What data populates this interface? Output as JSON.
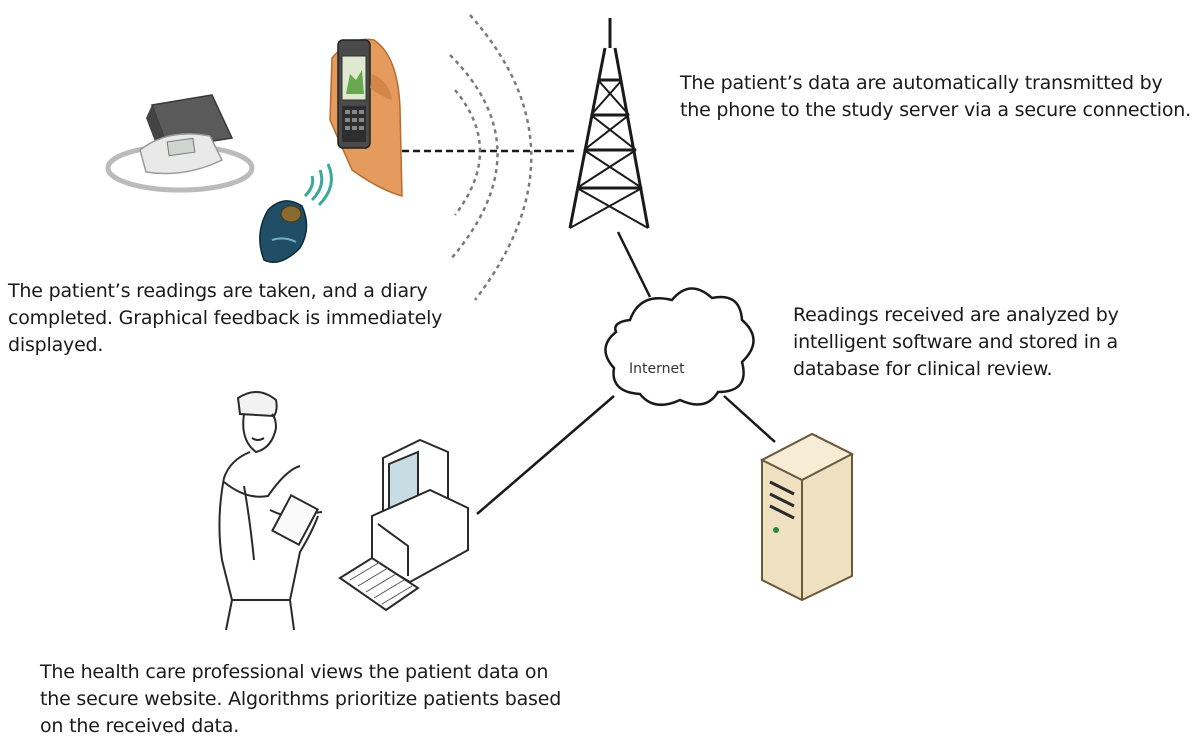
{
  "captions": {
    "transmit": "The patient’s data are automatically transmitted by the phone to the study server via a secure connection.",
    "readings": "The patient’s readings are taken, and a diary completed. Graphical feedback is immediately displayed.",
    "analyzed": "Readings received are analyzed by intelligent software and stored in a database for clinical review.",
    "hcp": "The health care professional views the patient data on the secure website. Algorithms prioritize patients based on the  received data."
  },
  "cloud": {
    "label": "Internet"
  },
  "icons": [
    "blood-pressure-monitor-icon",
    "mobile-phone-icon",
    "glucose-meter-icon",
    "radio-tower-icon",
    "internet-cloud-icon",
    "nurse-icon",
    "desktop-computer-icon",
    "server-icon"
  ],
  "colors": {
    "signal_arc": "#7a7a7a",
    "signal_wireless": "#3aa89a",
    "server_body": "#efe0c2",
    "line": "#1a1a1a"
  }
}
